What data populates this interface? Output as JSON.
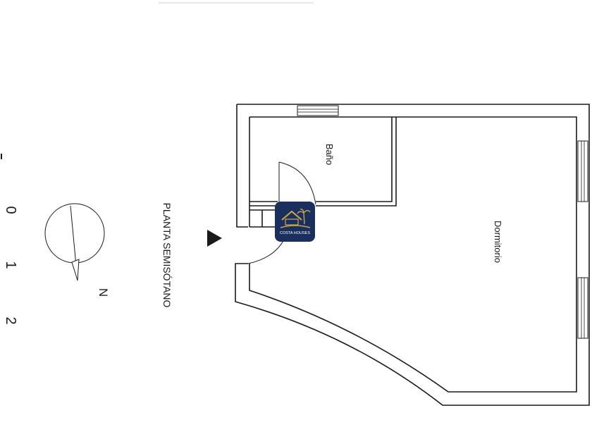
{
  "plan": {
    "title": "PLANTA SEMISÓTANO",
    "rooms": {
      "bath": "Baño",
      "bedroom": "Dormitorio"
    },
    "north_label": "N",
    "scale_ticks": [
      "0",
      "1",
      "2"
    ],
    "logo": {
      "text": "COSTA HOUSES",
      "bg_color": "#1b2f5e",
      "accent_color": "#c9a84c"
    },
    "line_color": "#1a1a1a"
  }
}
